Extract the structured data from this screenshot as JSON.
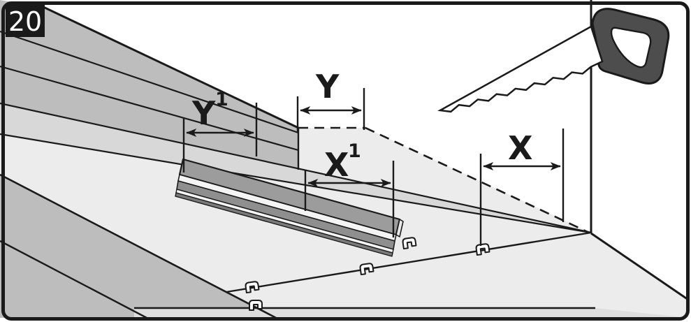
{
  "figure": {
    "step_number": "20",
    "dimension_labels": {
      "y1": {
        "base": "Y",
        "sup": "1"
      },
      "y": {
        "base": "Y",
        "sup": ""
      },
      "x1": {
        "base": "X",
        "sup": "1"
      },
      "x": {
        "base": "X",
        "sup": ""
      }
    },
    "colors": {
      "outline": "#1a1a1a",
      "wall": "#ffffff",
      "subfloor": "#ececec",
      "underlay": "#d8d8d8",
      "plank_field": "#bdbdbd",
      "trim": "#dedede",
      "panel_top": "#9c9c9c",
      "panel_front": "#8f8f8f",
      "panel_edge_highlight": "#f4f4f4",
      "panel_lip": "#7a7a7a",
      "saw_handle": "#4d4d4d",
      "saw_blade": "#ffffff",
      "badge_bg": "#1a1a1a",
      "badge_text": "#ffffff"
    }
  }
}
